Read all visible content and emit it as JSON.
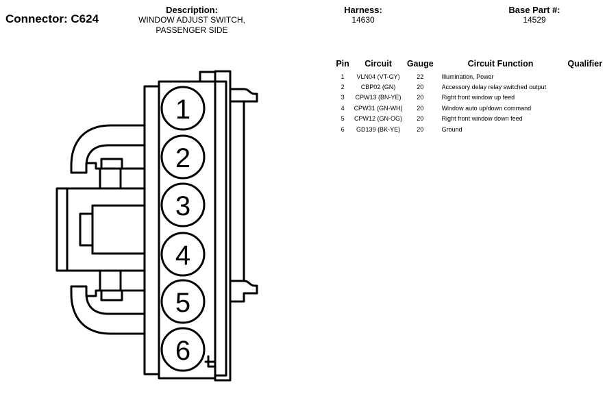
{
  "connector": {
    "label": "Connector:",
    "id": "C624"
  },
  "description": {
    "label": "Description:",
    "lines": [
      "WINDOW ADJUST SWITCH,",
      "PASSENGER SIDE"
    ]
  },
  "harness": {
    "label": "Harness:",
    "value": "14630"
  },
  "base_part": {
    "label": "Base Part #:",
    "value": "14529"
  },
  "table": {
    "headers": {
      "pin": "Pin",
      "circuit": "Circuit",
      "gauge": "Gauge",
      "function": "Circuit Function",
      "qualifier": "Qualifier"
    },
    "rows": [
      {
        "pin": "1",
        "circuit": "VLN04 (VT-GY)",
        "gauge": "22",
        "function": "Illumination, Power",
        "qualifier": ""
      },
      {
        "pin": "2",
        "circuit": "CBP02 (GN)",
        "gauge": "20",
        "function": "Accessory delay relay switched output",
        "qualifier": ""
      },
      {
        "pin": "3",
        "circuit": "CPW13 (BN-YE)",
        "gauge": "20",
        "function": "Right front window up feed",
        "qualifier": ""
      },
      {
        "pin": "4",
        "circuit": "CPW31 (GN-WH)",
        "gauge": "20",
        "function": "Window auto up/down command",
        "qualifier": ""
      },
      {
        "pin": "5",
        "circuit": "CPW12 (GN-OG)",
        "gauge": "20",
        "function": "Right front window down feed",
        "qualifier": ""
      },
      {
        "pin": "6",
        "circuit": "GD139 (BK-YE)",
        "gauge": "20",
        "function": "Ground",
        "qualifier": ""
      }
    ]
  },
  "diagram": {
    "pin_labels": [
      "1",
      "2",
      "3",
      "4",
      "5",
      "6"
    ]
  }
}
